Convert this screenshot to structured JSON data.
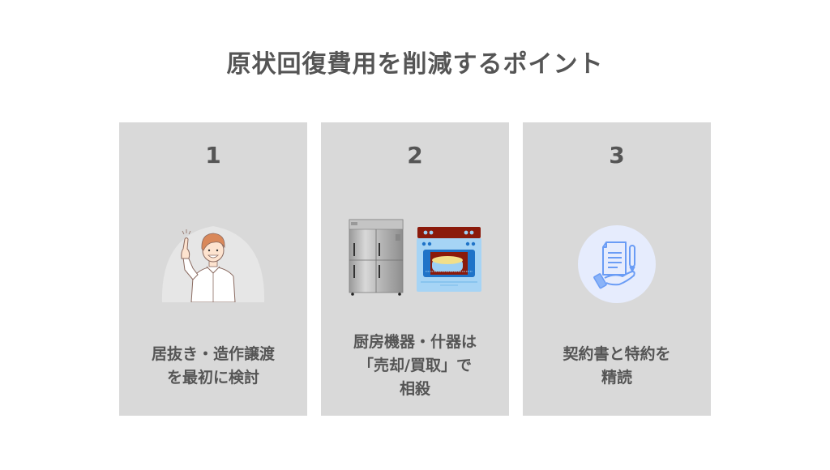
{
  "title": "原状回復費用を削減するポイント",
  "colors": {
    "background": "#ffffff",
    "card": "#d9d9d9",
    "text": "#555555",
    "icon_circle": "#e6ecfd",
    "icon_stroke": "#6a9cf5"
  },
  "cards": [
    {
      "number": "1",
      "illustration": "man-pointing-up-icon",
      "lines": [
        "居抜き・造作譲渡",
        "を最初に検討"
      ]
    },
    {
      "number": "2",
      "illustration": "refrigerator-and-oven-icon",
      "lines": [
        "厨房機器・什器は",
        "「売却/買取」で",
        "相殺"
      ]
    },
    {
      "number": "3",
      "illustration": "contract-document-hand-icon",
      "lines": [
        "契約書と特約を",
        "精読"
      ]
    }
  ]
}
